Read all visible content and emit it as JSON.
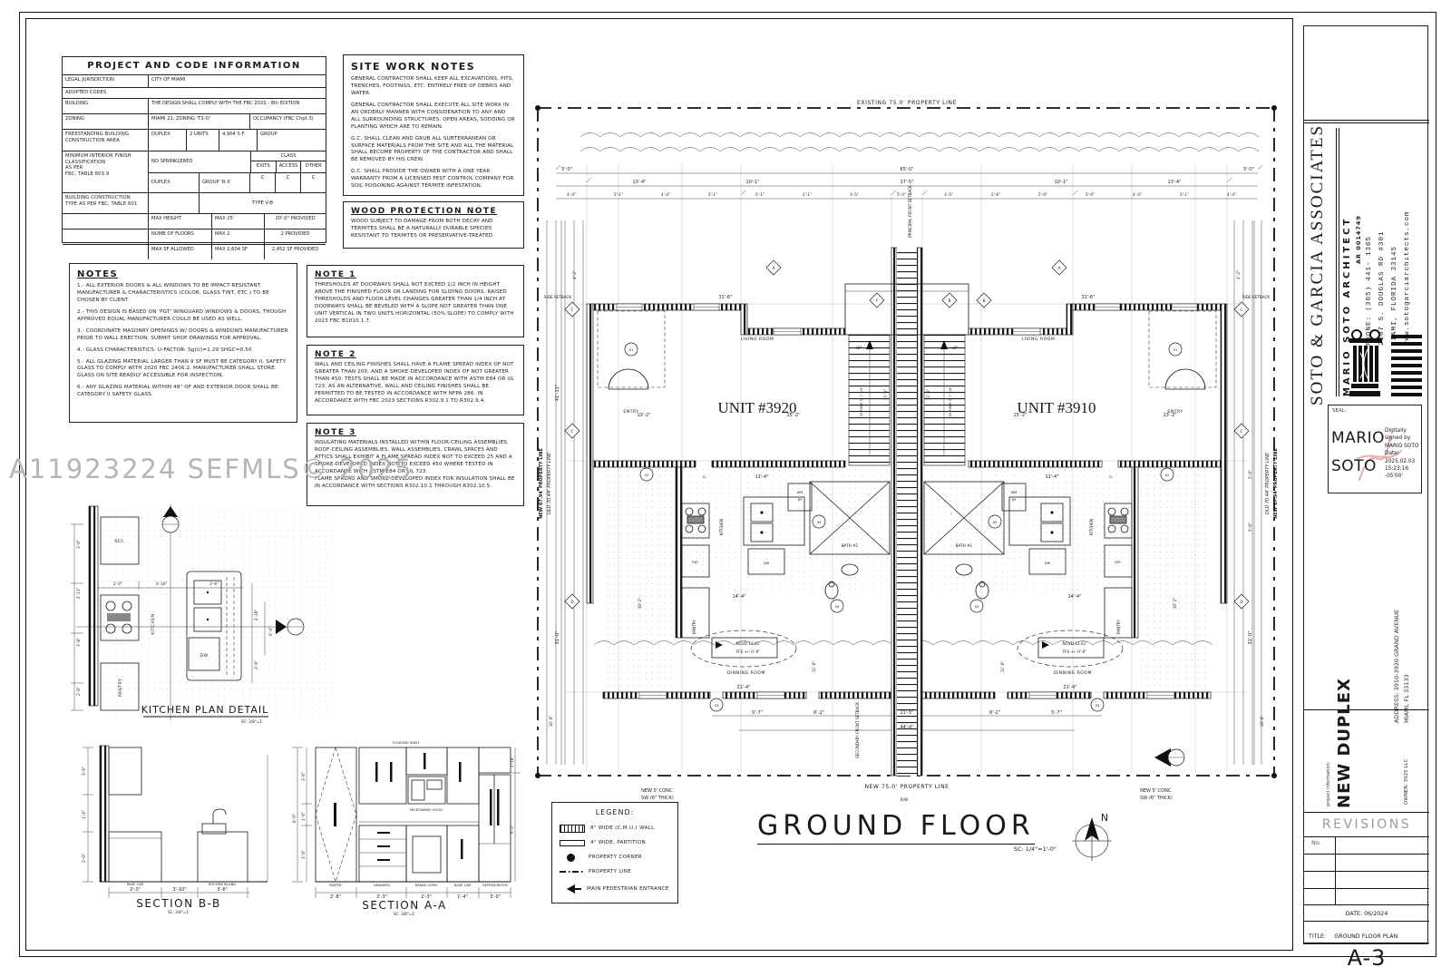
{
  "sheet": {
    "watermark": "A11923224  SEFMLS© 2025"
  },
  "code_table": {
    "title": "PROJECT AND CODE INFORMATION",
    "legal_label": "LEGAL JURISDICTION",
    "legal_value": "CITY OF MIAMI",
    "adopted": "ADOPTED CODES",
    "building_label": "BUILDING",
    "building_value": "THE DESIGN SHALL COMPLY WITH THE FBC 2023 - 8th EDITION",
    "zoning_label": "ZONING",
    "zoning_value": "MIAMI 21, ZONING 'T3-O'",
    "occupancy": "OCCUPANCY (FBC Chpt.3)",
    "freestanding_label": "FREESTANDING  BUILDING\nCONSTRUCTION AREA",
    "duplex1": "DUPLEX",
    "units": "2 UNITS",
    "sf": "4,904 S.F.",
    "group1": "GROUP",
    "finish_label": "MINIMUM  INTERIOR FINISH\nCLASSIFICATION\nAS PER\nFBC, TABLE 803.9",
    "sprinkler": "NO SPRINKLERED",
    "class_hdr": "CLASS",
    "exits": "EXITS",
    "access": "ACCESS",
    "other": "OTHER",
    "duplex2": "DUPLEX",
    "group_r3": "GROUP   'R-3'",
    "c1": "C",
    "c2": "C",
    "c3": "C",
    "construction_label": "BUILDING CONSTRUCTION\nTYPE AS PER FBC, TABLE 601",
    "type_vb": "TYPE V-B",
    "maxh_label": "MAX HEIGHT",
    "maxh_max": "MAX 25'",
    "maxh_prov": "20'-0\" PROVIDED",
    "floors_label": "NUMB OF FLOORS",
    "floors_max": "MAX 2",
    "floors_prov": "2 PROVIDED",
    "maxsf_label": "MAX SF ALLOWED",
    "maxsf_max": "MAX 2,604 SF",
    "maxsf_prov": "2,452 SF PROVIDED"
  },
  "site_notes": {
    "title": "SITE WORK NOTES",
    "p1": "GENERAL CONTRACTOR SHALL KEEP ALL EXCAVATIONS, PITS, TRENCHES, FOOTINGS, ETC. ENTIRELY FREE OF DEBRIS AND WATER.",
    "p2": "GENERAL CONTRACTOR SHALL EXECUTE ALL SITE WORK IN AN ORDERLY MANNER WITH CONSIDERATION TO ANY AND ALL SURROUNDING STRUCTURES, OPEN AREAS, SODDING OR PLANTING WHICH ARE TO REMAIN.",
    "p3": "G.C. SHALL CLEAN AND GRUB ALL SUBTERRANEAN OR SURFACE MATERIALS FROM THE SITE AND ALL THE MATERIAL SHALL BECOME PROPERTY OF THE CONTRACTOR AND SHALL BE REMOVED BY HIS CREW.",
    "p4": "G.C. SHALL PROVIDE THE OWNER WITH A ONE YEAR WARRANTY FROM A LICENSED PEST CONTROL COMPANY FOR SOIL POISONING AGAINST TERMITE INFESTATION."
  },
  "wood_note": {
    "title": "WOOD PROTECTION NOTE",
    "body": "WOOD SUBJECT TO DAMAGE FROM BOTH DECAY AND TERMITES SHALL BE A NATURALLY DURABLE SPECIES RESISTANT TO TERMITES OR PRESERVATIVE-TREATED."
  },
  "notes": {
    "title": "NOTES",
    "items": [
      "1.- ALL EXTERIOR DOORS & ALL WINDOWS TO BE IMPACT-RESISTANT. MANUFACTURER & CHARACTERISTICS (COLOR, GLASS TINT, ETC.) TO BE CHOSEN BY CLIENT",
      "2.- THIS DESIGN IS BASED ON 'PGT' WINGUARD WINDOWS & DOORS, THOUGH APPROVED EQUAL MANUFACTURER COULD BE USED AS WELL.",
      "3.- COORDINATE MASONRY OPENINGS W/ DOORS & WINDOWS MANUFACTURER PRIOR TO WALL ERECTION. SUBMIT SHOP DRAWINGS FOR APPROVAL.",
      "4.- GLASS CHARACTERISTICS: U-FACTOR: Sg(U)=1.20   SHGC=0.50",
      "5.- ALL GLAZING MATERIAL LARGER THAN 9 SF MUST BE CATEGORY II, SAFETY GLASS TO COMPLY WITH 2020 FBC 2406.2. MANUFACTURER SHALL STORE GLASS ON SITE READILY ACCESSIBLE FOR INSPECTION.",
      "6.- ANY GLAZING MATERIAL WITHIN 48\" OF AND EXTERIOR DOOR SHALL BE CATEGORY II SAFETY GLASS."
    ]
  },
  "note1": {
    "title": "NOTE 1",
    "body": "THRESHOLDS AT DOORWAYS SHALL NOT EXCEED 1/2 INCH IN HEIGHT ABOVE THE FINISHED FLOOR OR LANDING FOR SLIDING DOORS. RAISED THRESHOLDS AND FLOOR LEVEL CHANGES GREATER THAN 1/4 INCH AT DOORWAYS SHALL BE BEVELED WITH A SLOPE NOT GREATER THAN ONE UNIT VERTICAL IN TWO UNITS HORIZONTAL (50% SLOPE) TO COMPLY WITH 2023 FBC B1010.1.7."
  },
  "note2": {
    "title": "NOTE 2",
    "body": "WALL AND CEILING FINISHES SHALL HAVE A FLAME SPREAD INDEX OF NOT GREATER THAN 200, AND A SMOKE-DEVELOPED INDEX OF NOT GREATER THAN 450. TESTS SHALL BE MADE IN ACCORDANCE WITH ASTM E84 OR UL 723. AS AN ALTERNATIVE, WALL AND CEILING FINISHES SHALL BE PERMITTED TO BE TESTED IN ACCORDANCE WITH NFPA 286.  IN ACCORDANCE WITH FBC 2023 SECTIONS R302.9.1 TO R302.9.4."
  },
  "note3": {
    "title": "NOTE 3",
    "body": "INSULATING MATERIALS INSTALLED WITHIN FLOOR-CEILING ASSEMBLIES, ROOF-CEILING ASSEMBLIES, WALL ASSEMBLIES, CRAWL SPACES AND ATTICS SHALL EXHIBIT A FLAME SPREAD INDEX NOT TO EXCEED 25 AND A SMOKE-DEVELOPED INDEX NOT TO EXCEED 450 WHERE TESTED IN ACCORDANCE WITH ASTM E84 OR UL 723.\nFLAME SPREAD AND SMOKE-DEVELOPED INDEX FOR INSULATION SHALL BE IN ACCORDANCE WITH SECTIONS R302.10.1 THROUGH R302.10.5."
  },
  "kitchen_detail": {
    "title": "KITCHEN PLAN DETAIL",
    "scale": "SC: 3/8\"=1'",
    "ref": "REF.",
    "kitchen": "KITCHEN",
    "pantry": "PANTRY",
    "dw": "DW",
    "dims": [
      "3'-0\"",
      "2'-11\"",
      "3'-8\"",
      "2'-0\"",
      "2'-0\"",
      "3'-10\"",
      "3'-6\"",
      "2'-10\"",
      "6'-4\"",
      "3'-6\""
    ]
  },
  "section_bb": {
    "title": "SECTION B-B",
    "scale": "SC: 3/8\"=1'",
    "base_cab": "BASE CAB",
    "island": "KITCHEN ISLAND",
    "dims_left": [
      "3'-6\"",
      "1'-6\"",
      "3'-0\""
    ],
    "dims_bottom": [
      "2'-0\"",
      "3'-10\"",
      "3'-6\""
    ]
  },
  "section_aa": {
    "title": "SECTION A-A",
    "scale": "SC: 3/8\"=1'",
    "floating": "FLOATING SHELF",
    "micro": "MICROWAVE/ HOOD",
    "labels": [
      "PANTRY",
      "DRAWERS",
      "RANGE-OVEN",
      "BASE CAB",
      "REFRIGERATOR"
    ],
    "dims_bottom": [
      "2'-8\"",
      "2'-3\"",
      "2'-3\"",
      "1'-4\"",
      "3'-0\""
    ],
    "dims_left": [
      "8'-0\"",
      "3'-6\"",
      "1'-6\"",
      "3'-0\""
    ],
    "dims_right": [
      "1'-10\"",
      "6'-2\""
    ]
  },
  "legend": {
    "title": "LEGEND:",
    "items": [
      "8\" WIDE (C.M.U.) WALL",
      "4\" WIDE, PARTITION",
      "PROPERTY CORNER",
      "PROPERTY LINE",
      "MAIN PEDESTRIAN ENTRANCE"
    ]
  },
  "plan": {
    "existing_pl": "EXISTING 75.0' PROPERTY LINE",
    "new_pl": "NEW 75.0' PROPERTY LINE",
    "side_pl_new": "NEW 67.94' PROPERTY LINE",
    "side_pl_old": "OLD 70.44' PROPERTY LINE",
    "unit_left": "UNIT #3920",
    "unit_right": "UNIT #3910",
    "living": "LIVING ROOM",
    "dinning": "DINNING ROOM",
    "bath": "BATH #1",
    "kitchen": "KITCHEN",
    "pantry": "PANTRY",
    "ref": "REF.",
    "dw": "DW",
    "wm": "WM",
    "dy": "DY",
    "cl": "CL",
    "entry": "ENTRY",
    "up": "UP",
    "riser": "16 RISER @ 7 1/4\"",
    "side_setback": "SIDE SETBACK",
    "principal_setback": "PRINCIPAL FRONT SETBACK",
    "secondary_setback": "SECONDARY FRONT SETBACK",
    "conc_l1": "NEW 5' CONC.",
    "conc_l2": "SW (6\" THICK)",
    "ngvd1": "NGVD 12.61'",
    "ngvd2": "FFE +/- 0'-0\"",
    "rw": "R/W",
    "title": "GROUND FLOOR",
    "scale": "SC: 1/4\"=1'-0\"",
    "north": "N",
    "markers": {
      "a": "A",
      "b": "B",
      "c": "C",
      "d": "D",
      "f": "F",
      "m01": "01",
      "m02": "02",
      "m03": "03",
      "m04": "04",
      "m05": "05"
    },
    "dims": [
      "65'-0\"",
      "5'-0\"",
      "5'-0\"",
      "13'-4\"",
      "10'-1\"",
      "17'-5\"",
      "10'-1\"",
      "13'-4\"",
      "4'-4\"",
      "5'-1\"",
      "4'-4\"",
      "5'-1\"",
      "5'-1\"",
      "2'-1\"",
      "3'-5\"",
      "5'-4\"",
      "3'-5\"",
      "2'-6\"",
      "5'-0\"",
      "5'-0\"",
      "4'-4\"",
      "5'-1\"",
      "4'-4\"",
      "31'-6\"",
      "31'-6\"",
      "13'-2\"",
      "15'-2\"",
      "15'-2\"",
      "13'-2\"",
      "11'-4\"",
      "11'-4\"",
      "14'-4\"",
      "14'-4\"",
      "21'-4\"",
      "21'-4\"",
      "5'-7\"",
      "6'-2\"",
      "21'-5\"",
      "6'-2\"",
      "5'-7\"",
      "44'-4\"",
      "41'-11\"",
      "31'-0\"",
      "31'-0\"",
      "4'-2\"",
      "4'-2\"",
      "10'-0\"",
      "10'-0\"",
      "10'-2\"",
      "10'-2\"",
      "11'-0\"",
      "11'-0\"",
      "11'-5\"",
      "11'-5\"",
      "5'-0\"",
      "5'-0\""
    ]
  },
  "titleblock": {
    "firm": "SOTO & GARCIA ASSOCIATES",
    "architect": "MARIO SOTO ARCHITECT",
    "license": "AR 0014749",
    "phone": "PHONE: (305) 441- 1365",
    "address1": "2307 S. DOUGLAS RD #301",
    "address2": "MIAMI, FLORIDA 33145",
    "web": "www.sotogarciarchitects.com",
    "seal_label": "SEAL:",
    "seal_first": "MARIO",
    "seal_last": "SOTO",
    "sig": "Digitally signed by MARIO SOTO Date: 2025.02.03 15:23:16 -05'00'",
    "proj_address1": "ADDRESS: 3910-3920 GRAND AVENUE",
    "proj_address2": "MIAMI, FL 33133",
    "proj_info_label": "project information:",
    "project_name": "NEW DUPLEX",
    "owner": "OWNER:  3925 LLC",
    "revisions": "REVISIONS",
    "no_label": "No.",
    "date": "DATE: 06/2024",
    "title_label": "TITLE:",
    "title_value": "GROUND FLOOR PLAN",
    "sheet_no": "A-3"
  }
}
